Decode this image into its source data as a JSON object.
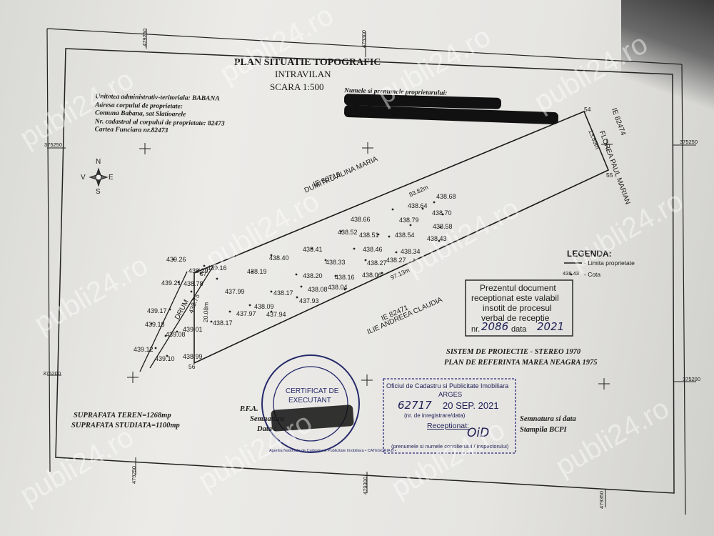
{
  "header": {
    "title": "PLAN  SITUATIE TOPOGRAFIC",
    "subtitle": "INTRAVILAN",
    "scale": "SCARA 1:500"
  },
  "info": {
    "line1": "Unitatea administrativ-teritoriala: BABANA",
    "line2": "Adresa corpului de proprietate:",
    "line3": "Comuna Babana, sat Slatioarele",
    "line4": "Nr. cadastral al corpului de proprietate: 82473",
    "line5": "Cartea Funciara nr.82473"
  },
  "owner_label": "Numele si prenumele proprietarului:",
  "compass": {
    "n": "N",
    "s": "S",
    "e": "E",
    "v": "V"
  },
  "neighbors": {
    "top_ie": "IE 80710",
    "top_name": "DUMITRU ALINA MARIA",
    "right_ie": "IE 82474",
    "right_name": "FLOREA PAUL MARIAN",
    "bottom_ie": "IE 82471",
    "bottom_name": "ILIE ANDREEA CLAUDIA",
    "road": "DRUM"
  },
  "dimensions": {
    "top": "83.82m",
    "right": "13.89m",
    "bottom": "97.13m",
    "left": "20.08m"
  },
  "points": {
    "p54": "54",
    "p55": "55",
    "p56": "56",
    "p57": "57"
  },
  "elevations": [
    "438.68",
    "438.64",
    "438.70",
    "438.66",
    "438.79",
    "438.58",
    "438.52",
    "438.51",
    "438.54",
    "438.43",
    "438.41",
    "438.46",
    "438.34",
    "438.40",
    "438.33",
    "438.27",
    "438.27",
    "438.19",
    "438.20",
    "438.16",
    "438.06",
    "437.99",
    "438.17",
    "438.08",
    "438.04",
    "437.93",
    "438.09",
    "437.97",
    "437.94",
    "438.17",
    "439.16",
    "439.26",
    "439.29",
    "439.21",
    "438.78",
    "438.75",
    "439.17",
    "439.18",
    "439.01",
    "439.08",
    "439.12",
    "439.10",
    "438.99"
  ],
  "legend": {
    "title": "LEGENDA:",
    "item1": "- Limita proprietate",
    "item2_sample": "438.43",
    "item2": "- Cota"
  },
  "reception_box": {
    "line1": "Prezentul document",
    "line2": "receptionat este valabil",
    "line3": "insotit de procesul",
    "line4": "verbal de receptie",
    "nr_label": "nr.",
    "nr_value": "2086",
    "data_label": "data",
    "data_value": "2021"
  },
  "projection": {
    "line1": "SISTEM DE PROIECTIE - STEREO 1970",
    "line2": "PLAN DE REFERINTA MAREA NEAGRA 1975"
  },
  "ocpi": {
    "line1": "Oficiul de Cadastru si Publicitate Imobiliara",
    "county": "ARGES",
    "reg_no": "62717",
    "date": "20 SEP. 2021",
    "reg_label": "(nr. de inregistrare/data)",
    "received": "Receptionat:",
    "signature_hint": "OiD",
    "footer": "(prenumele si numele consilierului / inspectorului)"
  },
  "signature_bcpi": {
    "line1": "Semnatura si data",
    "line2": "Stampila BCPI"
  },
  "certificate": {
    "line1": "CERTIFICAT DE",
    "line2": "EXECUTANT",
    "ring": "Agentia Nationala de Cadastru si Publicitate Imobiliara • CATEGORIA B •"
  },
  "pfa": {
    "line1": "P.F.A.",
    "line2": "Semnatura",
    "line3": "Data :"
  },
  "areas": {
    "teren": "SUPRAFATA TEREN=1268mp",
    "studiata": "SUPRAFATA STUDIATA=1100mp"
  },
  "coords": {
    "top1": "479250",
    "top2": "479300",
    "bottom1": "479250",
    "bottom2": "479300",
    "bottom3": "479350",
    "left1": "375250",
    "left2": "375200",
    "right1": "375250",
    "right2": "375200"
  },
  "watermark": "publi24.ro"
}
